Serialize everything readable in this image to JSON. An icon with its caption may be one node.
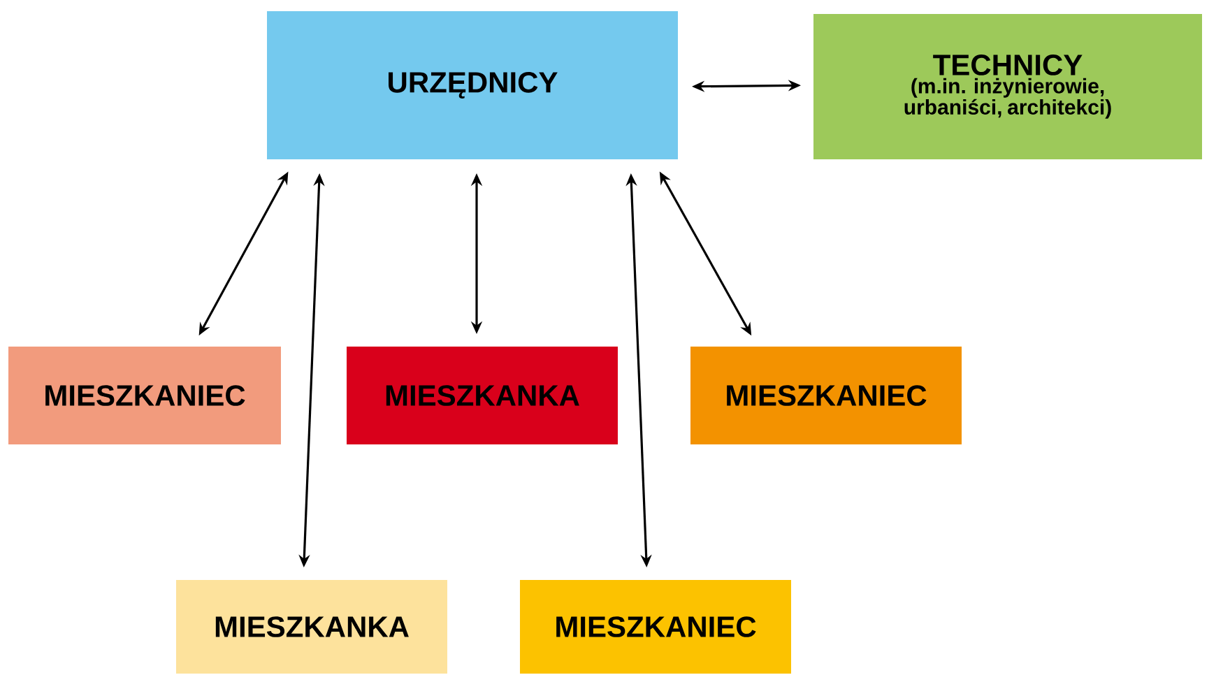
{
  "diagram": {
    "nodes": [
      {
        "text": [
          "URZĘDNICY"
        ]
      },
      {
        "text": [
          "TECHNICY",
          "(m.in. inżynierowie, urbaniści, architekci)"
        ]
      },
      {
        "text": [
          "MIESZKANIEC"
        ]
      },
      {
        "text": [
          "MIESZKANKA"
        ]
      },
      {
        "text": [
          "MIESZKANIEC"
        ]
      },
      {
        "text": [
          "MIESZKANKA"
        ]
      },
      {
        "text": [
          "MIESZKANIEC"
        ]
      }
    ],
    "edges": [
      {
        "from": 0,
        "to": 1,
        "arrow": "both"
      },
      {
        "from": 0,
        "to": 2,
        "arrow": "both"
      },
      {
        "from": 0,
        "to": 3,
        "arrow": "both"
      },
      {
        "from": 0,
        "to": 4,
        "arrow": "both"
      },
      {
        "from": 0,
        "to": 5,
        "arrow": "both"
      },
      {
        "from": 0,
        "to": 6,
        "arrow": "both"
      }
    ]
  }
}
